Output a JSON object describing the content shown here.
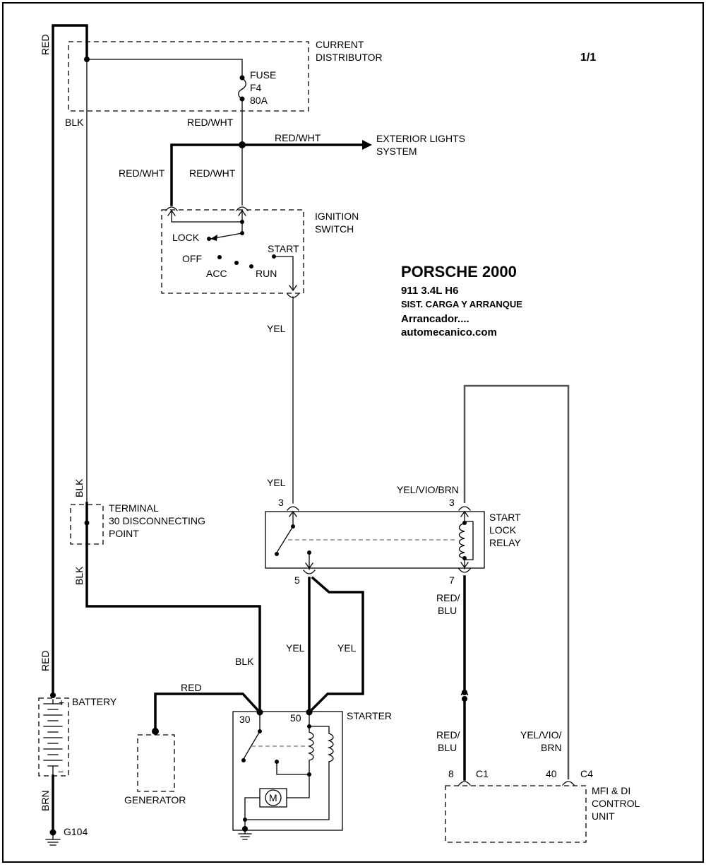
{
  "page_number": "1/1",
  "title": {
    "brand": "PORSCHE 2000",
    "model": "911  3.4L  H6",
    "system": "SIST. CARGA Y ARRANQUE",
    "section": "Arrancador....",
    "site": "automecanico.com"
  },
  "components": {
    "current_distributor": {
      "line1": "CURRENT",
      "line2": "DISTRIBUTOR"
    },
    "fuse": {
      "line1": "FUSE",
      "line2": "F4",
      "line3": "80A"
    },
    "exterior_lights": {
      "line1": "EXTERIOR LIGHTS",
      "line2": "SYSTEM"
    },
    "ignition_switch": {
      "line1": "IGNITION",
      "line2": "SWITCH",
      "lock": "LOCK",
      "off": "OFF",
      "acc": "ACC",
      "run": "RUN",
      "start": "START"
    },
    "terminal30": {
      "line1": "TERMINAL",
      "line2": "30 DISCONNECTING",
      "line3": "POINT"
    },
    "start_lock_relay": {
      "line1": "START",
      "line2": "LOCK",
      "line3": "RELAY",
      "pin3_left": "3",
      "pin3_right": "3",
      "pin5": "5",
      "pin7": "7"
    },
    "battery": {
      "label": "BATTERY",
      "plus": "+",
      "minus": "−"
    },
    "generator": {
      "label": "GENERATOR"
    },
    "starter": {
      "label": "STARTER",
      "pin30": "30",
      "pin50": "50",
      "motor": "M"
    },
    "ground": {
      "label": "G104"
    },
    "mfi": {
      "line1": "MFI & DI",
      "line2": "CONTROL",
      "line3": "UNIT",
      "pin8": "8",
      "c1": "C1",
      "pin40": "40",
      "c4": "C4"
    }
  },
  "wires": {
    "red_top": "RED",
    "blk_top": "BLK",
    "red_wht_fuse": "RED/WHT",
    "red_wht_lights": "RED/WHT",
    "red_wht_left": "RED/WHT",
    "red_wht_right": "RED/WHT",
    "yel_switch": "YEL",
    "yel_relay": "YEL",
    "yel_vio_brn_relay": "YEL/VIO/BRN",
    "blk_mid": "BLK",
    "blk_low": "BLK",
    "blk_starter": "BLK",
    "yel_starter_left": "YEL",
    "yel_starter_right": "YEL",
    "red_batt": "RED",
    "red_gen": "RED",
    "brn_batt": "BRN",
    "red_blu_relay_line1": "RED/",
    "red_blu_relay_line2": "BLU",
    "red_blu_mfi_line1": "RED/",
    "red_blu_mfi_line2": "BLU",
    "yel_vio_brn_mfi_line1": "YEL/VIO/",
    "yel_vio_brn_mfi_line2": "BRN"
  }
}
